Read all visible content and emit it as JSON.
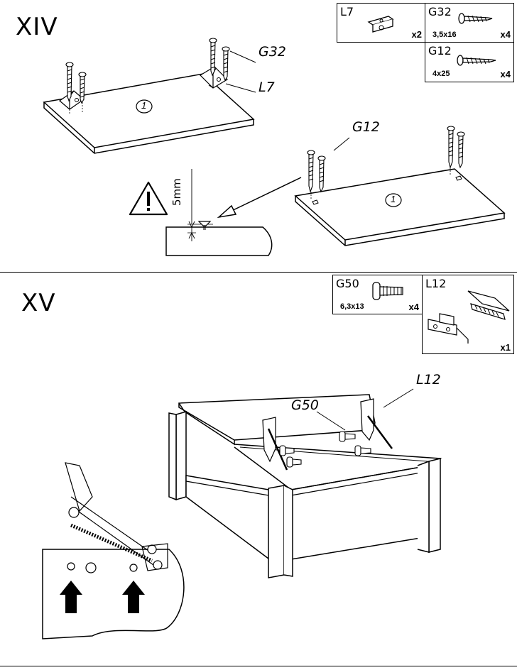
{
  "steps": {
    "xiv": {
      "title": "XIV",
      "parts": {
        "l7": {
          "code": "L7",
          "qty": "x2",
          "icon": "angle-bracket-icon"
        },
        "g32": {
          "code": "G32",
          "size": "3,5x16",
          "qty": "x4",
          "icon": "short-screw-icon"
        },
        "g12": {
          "code": "G12",
          "size": "4x25",
          "qty": "x4",
          "icon": "long-screw-icon"
        }
      },
      "callouts": {
        "g32": "G32",
        "l7": "L7",
        "g12": "G12"
      },
      "panel_number": "1",
      "dimension": "5mm"
    },
    "xv": {
      "title": "XV",
      "parts": {
        "g50": {
          "code": "G50",
          "size": "6,3x13",
          "qty": "x4",
          "icon": "euro-screw-icon"
        },
        "l12": {
          "code": "L12",
          "qty": "x1",
          "icon": "lid-stay-hinge-icon"
        }
      },
      "callouts": {
        "g50": "G50",
        "l12": "L12"
      }
    }
  }
}
